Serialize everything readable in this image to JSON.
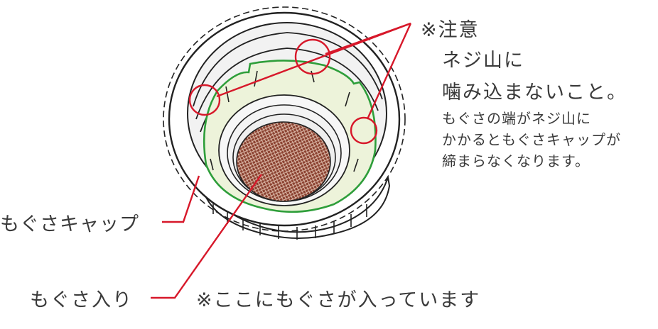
{
  "colors": {
    "outline": "#222222",
    "callout": "#d7182a",
    "moss_outline": "#2e9e3a",
    "moss_fill": "#edf3da",
    "bead_fill": "#f4f4f4",
    "mesh_fill": "#8b4231",
    "text": "#3a3a3a"
  },
  "labels": {
    "caution_title": "※注意",
    "caution_line1": "ネジ山に",
    "caution_line2": "噛み込まないこと。",
    "detail_line1": "もぐさの端がネジ山に",
    "detail_line2": "かかるともぐさキャップが",
    "detail_line3": "締まらなくなります。",
    "cap_label": "もぐさキャップ",
    "contents_label": "もぐさ入り",
    "contents_note": "※ここにもぐさが入っています"
  }
}
